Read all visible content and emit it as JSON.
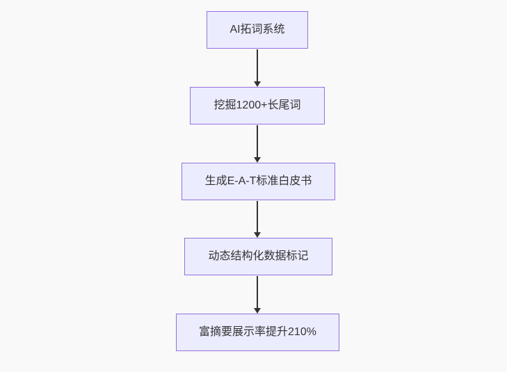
{
  "diagram": {
    "type": "flowchart",
    "direction": "top-down",
    "nodes": [
      {
        "id": "n1",
        "label": "AI拓词系统"
      },
      {
        "id": "n2",
        "label": "挖掘1200+长尾词"
      },
      {
        "id": "n3",
        "label": "生成E-A-T标准白皮书"
      },
      {
        "id": "n4",
        "label": "动态结构化数据标记"
      },
      {
        "id": "n5",
        "label": "富摘要展示率提升210%"
      }
    ],
    "edges": [
      {
        "from": "n1",
        "to": "n2"
      },
      {
        "from": "n2",
        "to": "n3"
      },
      {
        "from": "n3",
        "to": "n4"
      },
      {
        "from": "n4",
        "to": "n5"
      }
    ]
  },
  "colors": {
    "background": "#f9f9f9",
    "node_fill": "#ececff",
    "node_border": "#9370db",
    "edge_color": "#333333",
    "text_color": "#333333"
  }
}
